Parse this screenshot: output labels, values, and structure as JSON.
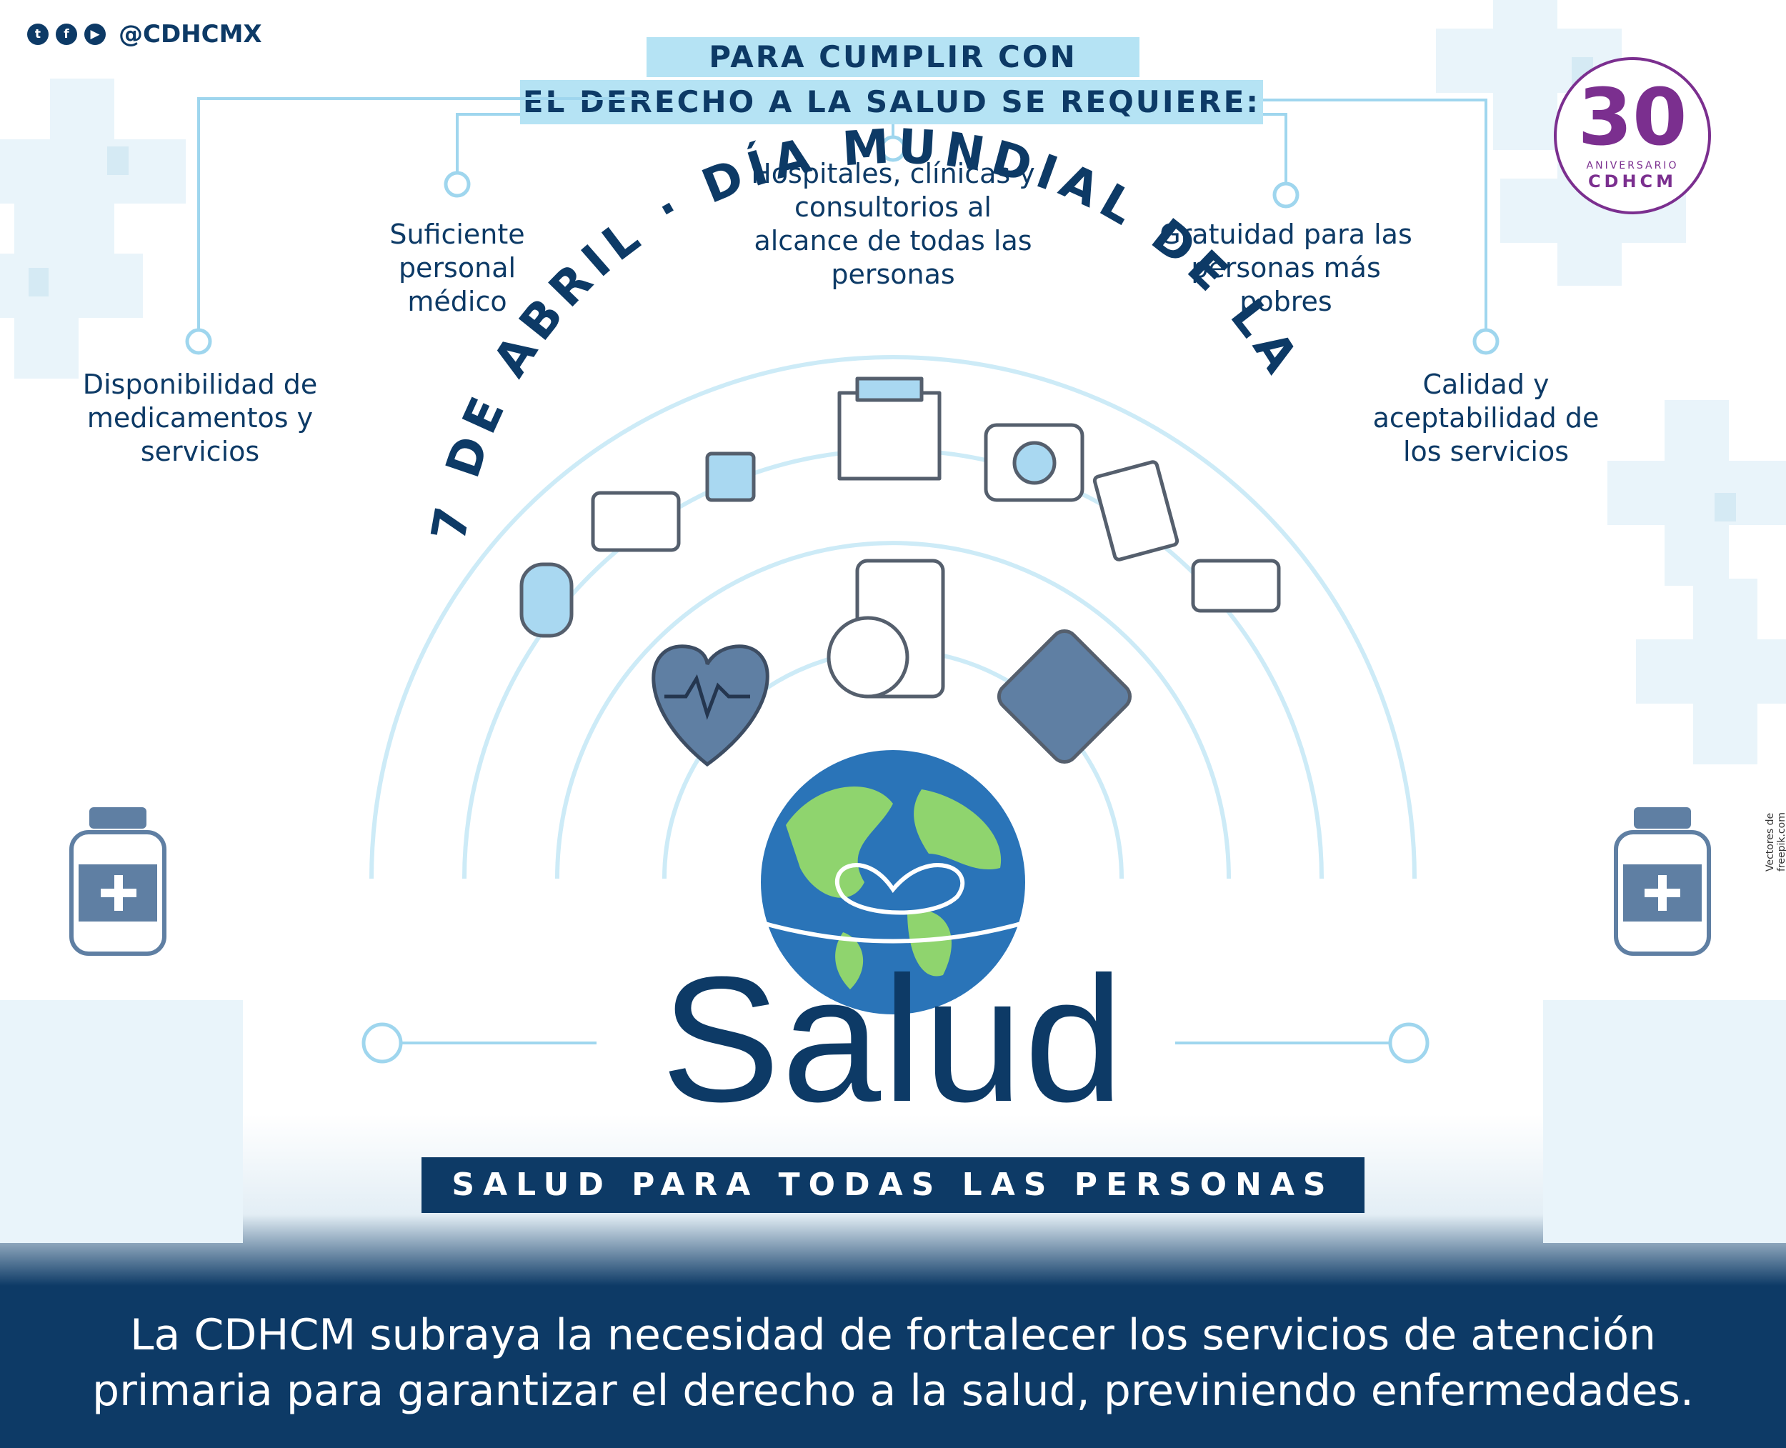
{
  "header": {
    "handle": "@CDHCMX",
    "social_icons": [
      "twitter-icon",
      "facebook-icon",
      "youtube-icon"
    ],
    "twitter_glyph": "t",
    "facebook_glyph": "f",
    "youtube_glyph": "▶"
  },
  "title": {
    "line1": "PARA CUMPLIR CON",
    "line2": "EL DERECHO A LA SALUD SE REQUIERE:"
  },
  "requirements": [
    "Disponibilidad de medicamentos y servicios",
    "Suficiente personal médico",
    "Hospitales, clínicas y consultorios al alcance de todas las personas",
    "Gratuidad para las personas más pobres",
    "Calidad y aceptabilidad de los servicios"
  ],
  "arc_text": "7 DE ABRIL · DÍA MUNDIAL DE LA",
  "salud_word": "Salud",
  "tagline": "SALUD PARA TODAS LAS PERSONAS",
  "footer_text": "La CDHCM subraya la necesidad de fortalecer los servicios de atención primaria para garantizar el derecho a la salud, previniendo enfermedades.",
  "credit": "Vectores de freepik.com",
  "logo": {
    "number": "30",
    "line1": "ANIVERSARIO",
    "line2": "CDHCM"
  },
  "colors": {
    "navy": "#0d3a66",
    "light_blue": "#b5e3f4",
    "accent_blue": "#4aa8d8",
    "purple": "#7b2f8f",
    "land_green": "#8fd46e",
    "ocean_blue": "#2a74b8"
  }
}
